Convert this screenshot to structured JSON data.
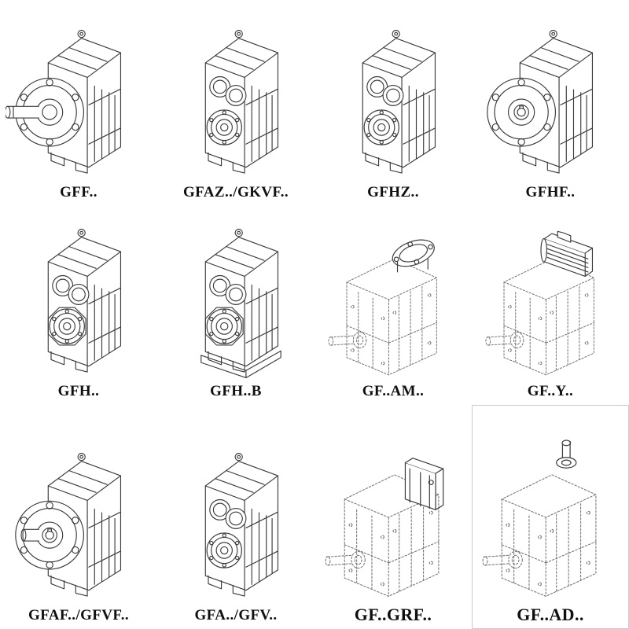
{
  "colors": {
    "background": "#ffffff",
    "line": "#3c3c3c",
    "dashed_line": "#6f6f6f",
    "label_text": "#101010"
  },
  "catalog": {
    "items": [
      {
        "label": "GFF..",
        "drawing": "flange-mounted-solid-shaft"
      },
      {
        "label": "GFAZ../GKVF..",
        "drawing": "hollow-shaft-front-bores"
      },
      {
        "label": "GFHZ..",
        "drawing": "hollow-shaft-front-bores"
      },
      {
        "label": "GFHF..",
        "drawing": "flange-mounted-hollow-shaft"
      },
      {
        "label": "GFH..",
        "drawing": "foot-mounted-hollow-shaft"
      },
      {
        "label": "GFH..B",
        "drawing": "foot-mounted-with-baseplate"
      },
      {
        "label": "GF..AM..",
        "drawing": "iec-adapter-flange-dashed"
      },
      {
        "label": "GF..Y..",
        "drawing": "motor-mounted-dashed"
      },
      {
        "label": "GFAF../GFVF..",
        "drawing": "flange-mounted-stub-shaft"
      },
      {
        "label": "GFA../GFV..",
        "drawing": "shaft-mounted-front-bores"
      },
      {
        "label": "GF..GRF..",
        "drawing": "adapter-block-dashed"
      },
      {
        "label": "GF..AD..",
        "drawing": "input-shaft-adapter-dashed"
      }
    ]
  }
}
